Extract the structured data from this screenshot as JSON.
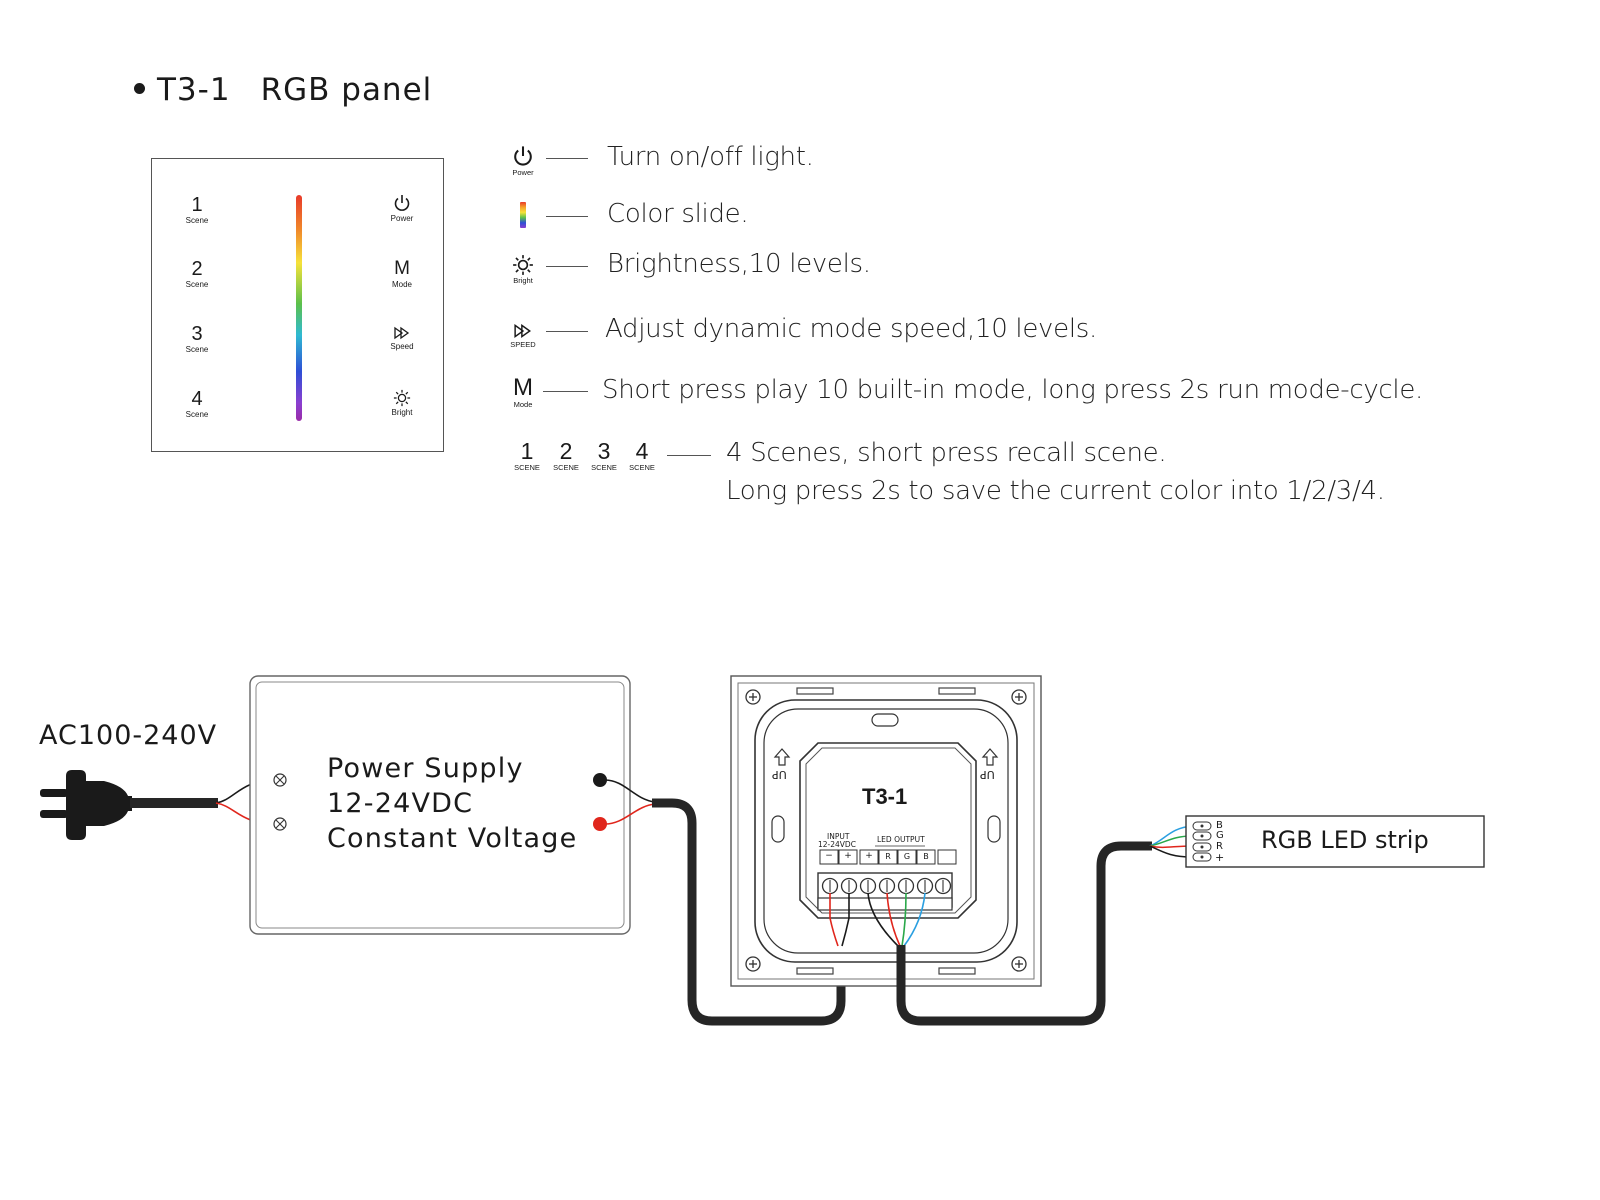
{
  "heading": {
    "model": "T3-1",
    "name": "RGB panel"
  },
  "panel_front": {
    "scene_buttons": [
      {
        "number": "1",
        "label": "Scene"
      },
      {
        "number": "2",
        "label": "Scene"
      },
      {
        "number": "3",
        "label": "Scene"
      },
      {
        "number": "4",
        "label": "Scene"
      }
    ],
    "right_buttons": [
      {
        "icon": "power-icon",
        "label": "Power"
      },
      {
        "glyph": "M",
        "label": "Mode"
      },
      {
        "icon": "speed-icon",
        "label": "Speed"
      },
      {
        "icon": "brightness-icon",
        "label": "Bright"
      }
    ]
  },
  "legend": [
    {
      "icon": "power-icon",
      "icon_label": "Power",
      "text": "Turn on/off light."
    },
    {
      "icon": "color-slide-icon",
      "icon_label": "",
      "text": "Color slide."
    },
    {
      "icon": "brightness-icon",
      "icon_label": "Bright",
      "text": "Brightness,10 levels."
    },
    {
      "icon": "speed-icon",
      "icon_label": "SPEED",
      "text": "Adjust dynamic mode speed,10 levels."
    },
    {
      "glyph": "M",
      "icon_label": "Mode",
      "text": "Short press play 10 built-in mode, long press 2s run mode-cycle."
    },
    {
      "scenes": [
        {
          "number": "1",
          "label": "SCENE"
        },
        {
          "number": "2",
          "label": "SCENE"
        },
        {
          "number": "3",
          "label": "SCENE"
        },
        {
          "number": "4",
          "label": "SCENE"
        }
      ],
      "text": "4 Scenes, short press recall scene.",
      "text2": "Long press 2s to save the current color into 1/2/3/4."
    }
  ],
  "wiring": {
    "ac_label": "AC100-240V",
    "power_supply": {
      "line1": "Power Supply",
      "line2": "12-24VDC",
      "line3": "Constant Voltage"
    },
    "controller": {
      "model": "T3-1",
      "up_label": "UP",
      "input_label": "INPUT",
      "input_voltage": "12-24VDC",
      "led_output_label": "LED OUTPUT",
      "terminals": [
        "−",
        "+",
        "+",
        "R",
        "G",
        "B"
      ]
    },
    "strip": {
      "label": "RGB LED strip",
      "pins": [
        "B",
        "G",
        "R",
        "+"
      ]
    },
    "colors": {
      "red": "#e0261c",
      "green": "#2aa84a",
      "blue": "#2a9fe0",
      "black": "#1a1a1a",
      "cable": "#262626"
    }
  }
}
